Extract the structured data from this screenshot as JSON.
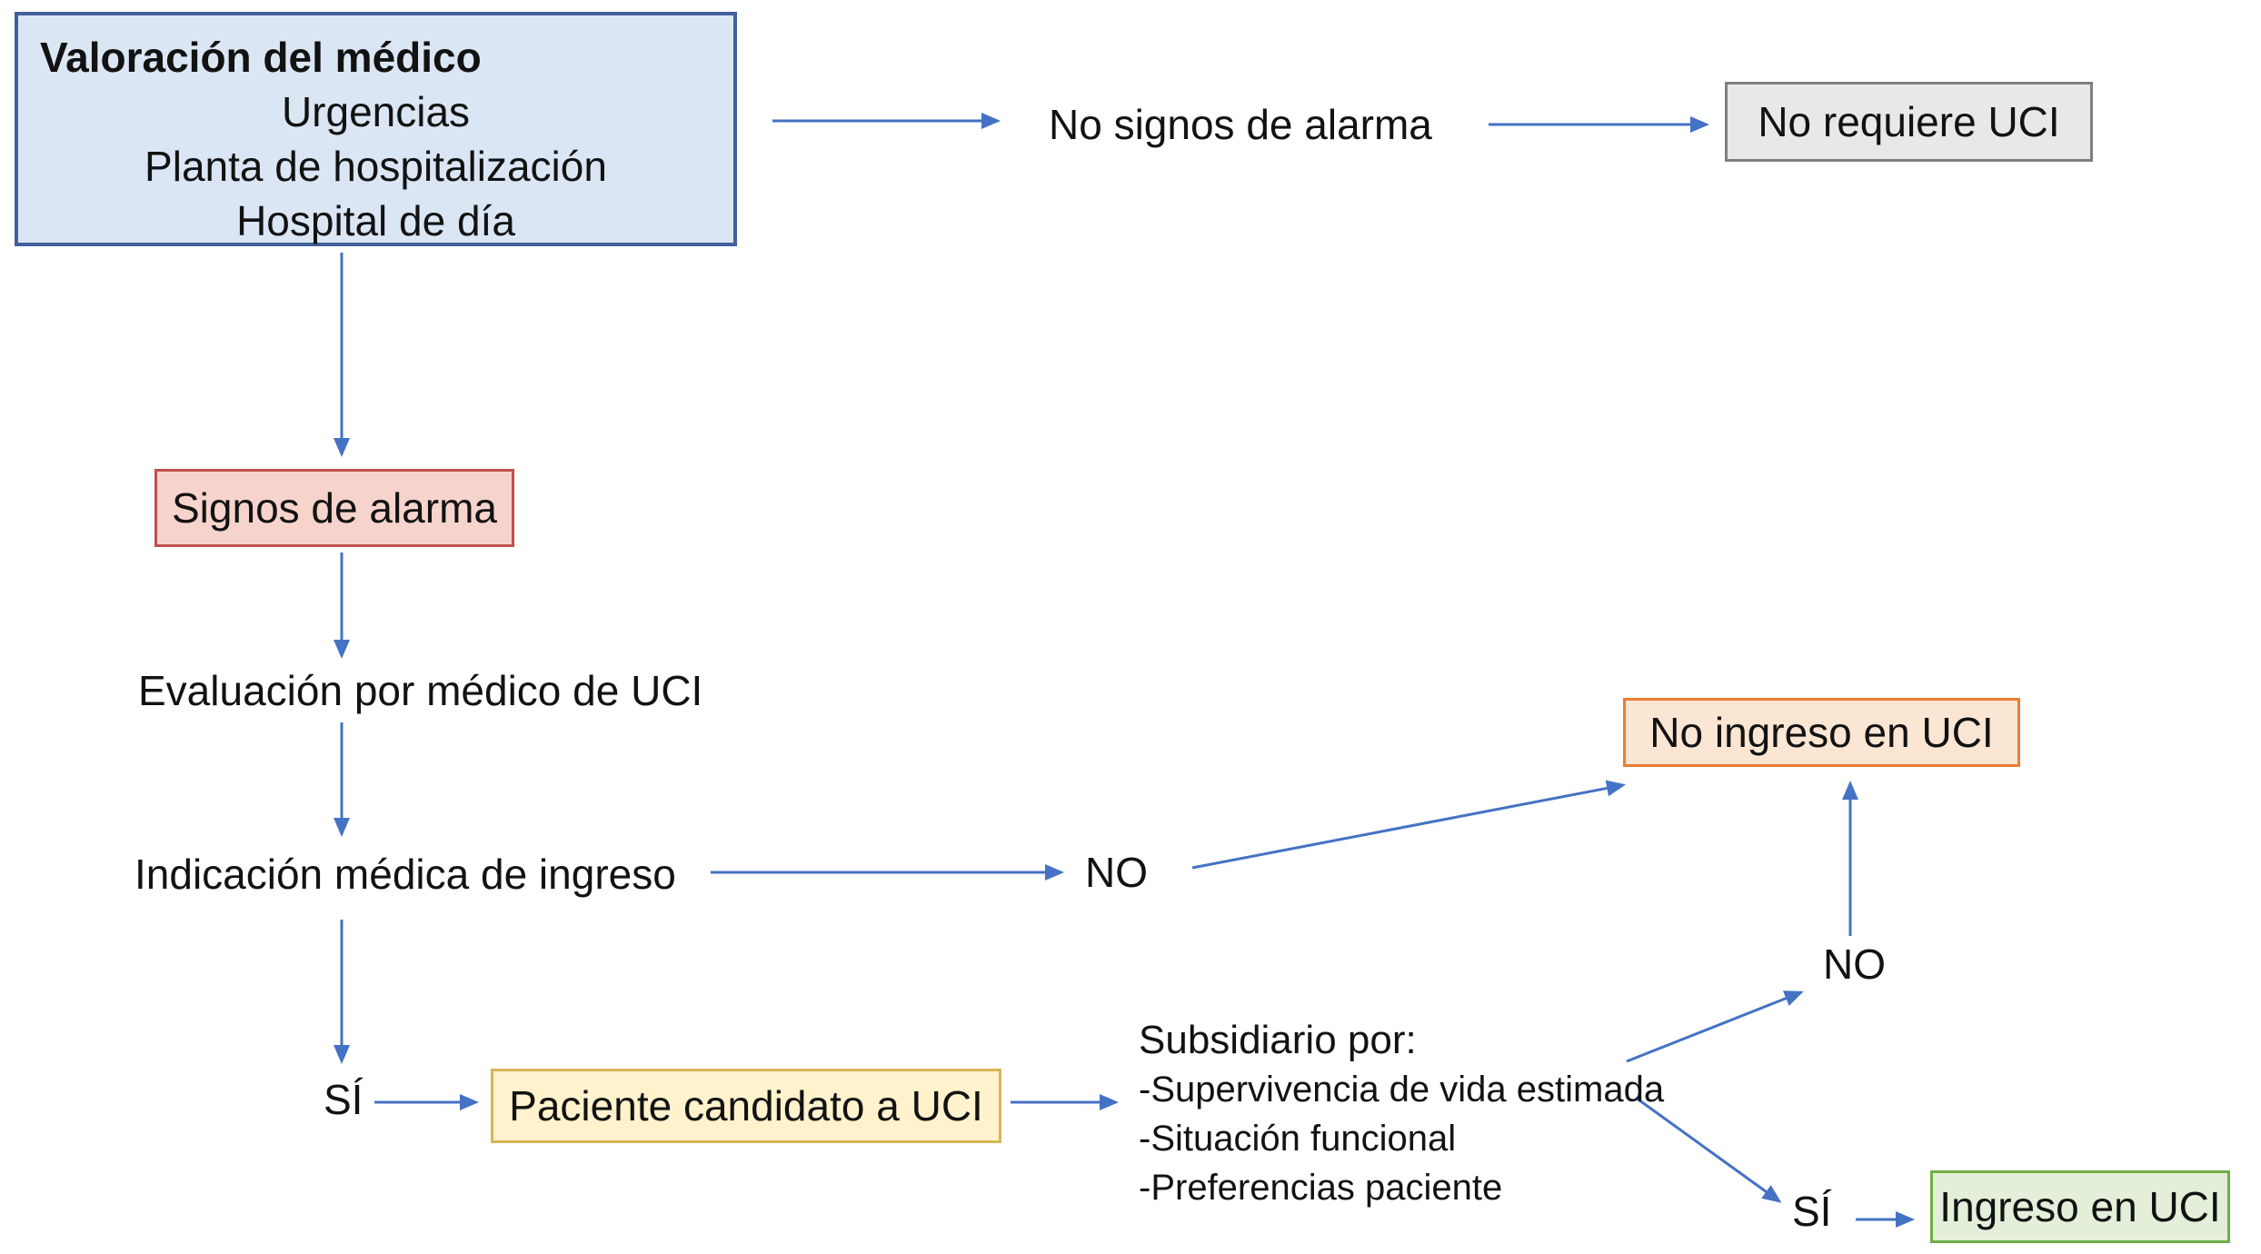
{
  "colors": {
    "text": "#121212",
    "arrow": "#4472c4",
    "blue_bg": "#dbe6f4",
    "blue_border": "#41609c",
    "gray_bg": "#e9e8e8",
    "gray_border": "#7f7f7f",
    "pink_bg": "#f6d4cb",
    "pink_border": "#c0504d",
    "orange_bg": "#fbe5d3",
    "orange_border": "#ed7d31",
    "yellow_bg": "#fff2cc",
    "yellow_border": "#d6b656",
    "green_bg": "#e3efd9",
    "green_border": "#70ad47"
  },
  "nodes": {
    "valoracion": {
      "title": "Valoración del médico",
      "lines": [
        "Urgencias",
        "Planta de hospitalización",
        "Hospital de día"
      ]
    },
    "no_signos": "No signos de alarma",
    "no_requiere_uci": "No requiere UCI",
    "signos_alarma": "Signos de alarma",
    "evaluacion": "Evaluación por médico de UCI",
    "indicacion": "Indicación médica de ingreso",
    "no_1": "NO",
    "no_ingreso_uci": "No ingreso en UCI",
    "no_2": "NO",
    "si_1": "SÍ",
    "paciente_candidato": "Paciente candidato a UCI",
    "subsidiario": {
      "header": "Subsidiario por:",
      "items": [
        "-Supervivencia de vida estimada",
        "-Situación funcional",
        "-Preferencias paciente"
      ]
    },
    "si_2": "SÍ",
    "ingreso_uci": "Ingreso en UCI"
  }
}
